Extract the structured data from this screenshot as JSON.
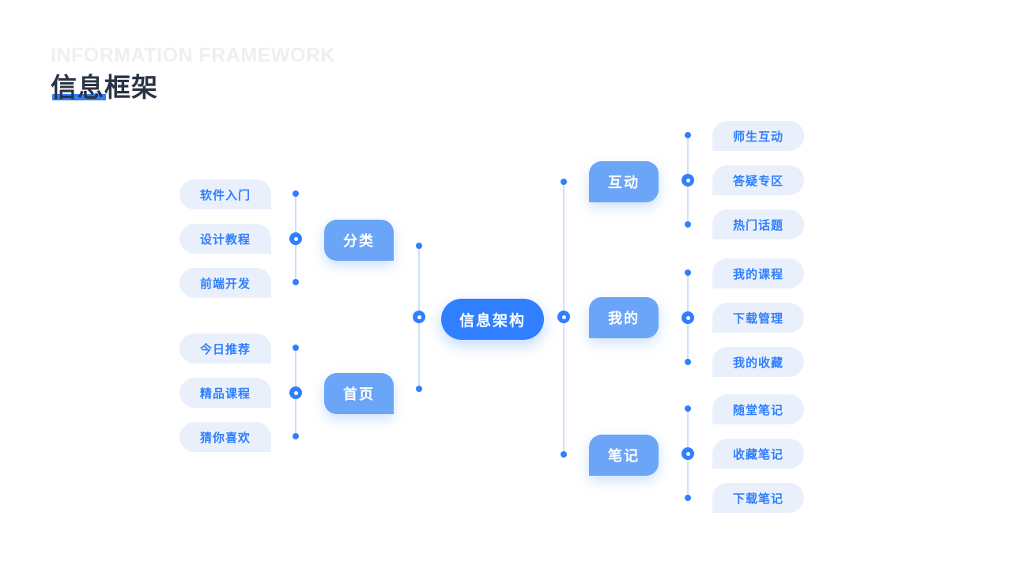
{
  "header": {
    "eyebrow": "INFORMATION FRAMEWORK",
    "title": "信息框架",
    "accent_color": "#2f7fff",
    "title_color": "#2b3445",
    "eyebrow_color": "#efefef"
  },
  "colors": {
    "root_node": "#2f7fff",
    "branch_node": "#6ba5f7",
    "leaf_node_bg": "#eaf0fb",
    "leaf_node_text": "#2f7fff",
    "connector_line": "#cfe0fa",
    "connector_dot": "#2f7fff",
    "page_background": "#ffffff"
  },
  "diagram": {
    "type": "information-architecture-tree",
    "root": {
      "label": "信息架构"
    },
    "left_branches": [
      {
        "label": "分类",
        "children": [
          {
            "label": "软件入门"
          },
          {
            "label": "设计教程"
          },
          {
            "label": "前端开发"
          }
        ]
      },
      {
        "label": "首页",
        "children": [
          {
            "label": "今日推荐"
          },
          {
            "label": "精品课程"
          },
          {
            "label": "猜你喜欢"
          }
        ]
      }
    ],
    "right_branches": [
      {
        "label": "互动",
        "children": [
          {
            "label": "师生互动"
          },
          {
            "label": "答疑专区"
          },
          {
            "label": "热门话题"
          }
        ]
      },
      {
        "label": "我的",
        "children": [
          {
            "label": "我的课程"
          },
          {
            "label": "下载管理"
          },
          {
            "label": "我的收藏"
          }
        ]
      },
      {
        "label": "笔记",
        "children": [
          {
            "label": "随堂笔记"
          },
          {
            "label": "收藏笔记"
          },
          {
            "label": "下载笔记"
          }
        ]
      }
    ]
  }
}
